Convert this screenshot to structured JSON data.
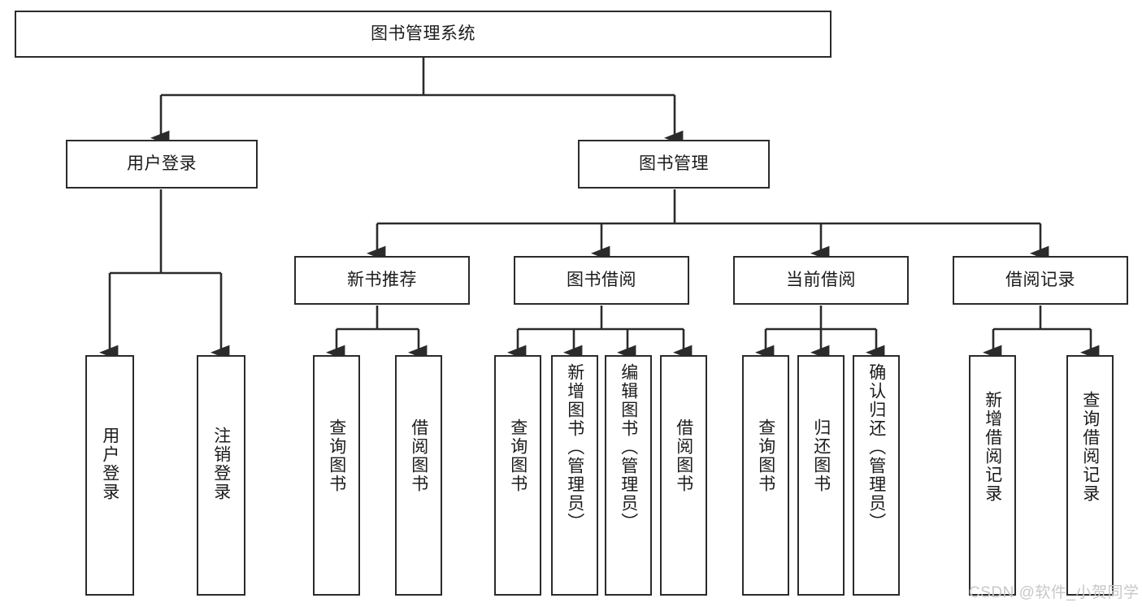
{
  "diagram": {
    "title": "图书管理系统",
    "type": "hierarchy-tree",
    "root": {
      "label": "图书管理系统",
      "orientation": "horizontal"
    },
    "level1": [
      {
        "label": "用户登录",
        "orientation": "horizontal"
      },
      {
        "label": "图书管理",
        "orientation": "horizontal"
      }
    ],
    "level2": [
      {
        "label": "新书推荐",
        "orientation": "horizontal",
        "parent": "图书管理"
      },
      {
        "label": "图书借阅",
        "orientation": "horizontal",
        "parent": "图书管理"
      },
      {
        "label": "当前借阅",
        "orientation": "horizontal",
        "parent": "图书管理"
      },
      {
        "label": "借阅记录",
        "orientation": "horizontal",
        "parent": "图书管理"
      }
    ],
    "leaves": [
      {
        "label": "用户登录",
        "orientation": "vertical",
        "parent": "用户登录",
        "align": "bottom"
      },
      {
        "label": "注销登录",
        "orientation": "vertical",
        "parent": "用户登录",
        "align": "bottom"
      },
      {
        "label": "查询图书",
        "orientation": "vertical",
        "parent": "新书推荐",
        "align": "middle"
      },
      {
        "label": "借阅图书",
        "orientation": "vertical",
        "parent": "新书推荐",
        "align": "middle"
      },
      {
        "label": "查询图书",
        "orientation": "vertical",
        "parent": "图书借阅",
        "align": "middle"
      },
      {
        "label": "新增图书（管理员）",
        "orientation": "vertical",
        "parent": "图书借阅",
        "align": "top"
      },
      {
        "label": "编辑图书（管理员）",
        "orientation": "vertical",
        "parent": "图书借阅",
        "align": "top"
      },
      {
        "label": "借阅图书",
        "orientation": "vertical",
        "parent": "图书借阅",
        "align": "middle"
      },
      {
        "label": "查询图书",
        "orientation": "vertical",
        "parent": "当前借阅",
        "align": "middle"
      },
      {
        "label": "归还图书",
        "orientation": "vertical",
        "parent": "当前借阅",
        "align": "middle"
      },
      {
        "label": "确认归还（管理员）",
        "orientation": "vertical",
        "parent": "当前借阅",
        "align": "top"
      },
      {
        "label": "新增借阅记录",
        "orientation": "vertical",
        "parent": "借阅记录",
        "align": "middle"
      },
      {
        "label": "查询借阅记录",
        "orientation": "vertical",
        "parent": "借阅记录",
        "align": "middle"
      }
    ],
    "colors": {
      "stroke": "#2b2b2b",
      "fill": "#ffffff",
      "text": "#1b1b1b",
      "watermark": "#c8c8c8"
    }
  },
  "watermark": {
    "text": "CSDN @软件_小贺同学"
  }
}
